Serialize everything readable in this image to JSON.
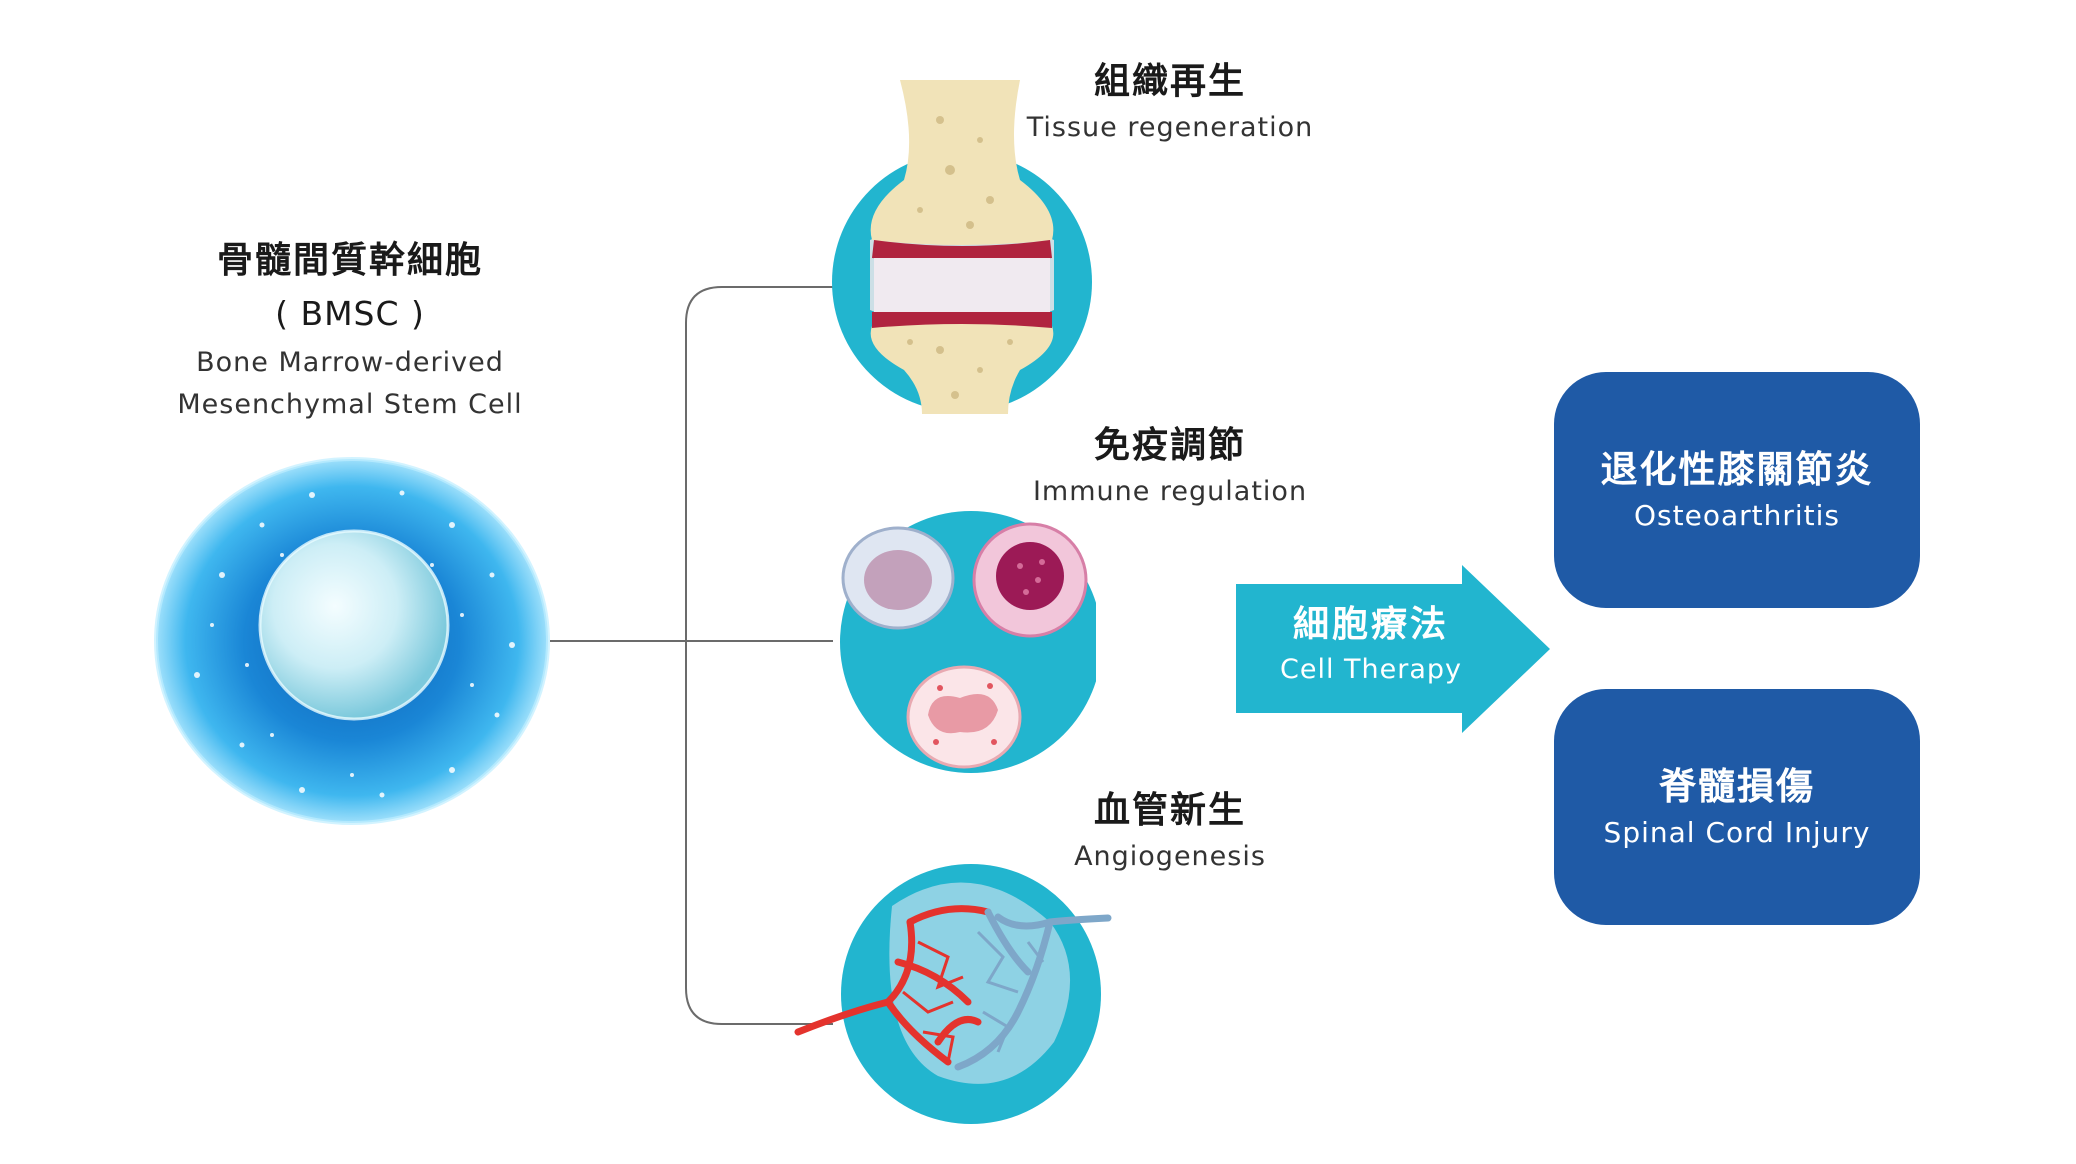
{
  "bmsc": {
    "name_zh": "骨髓間質幹細胞",
    "abbr": "( BMSC )",
    "name_en_line1": "Bone Marrow-derived",
    "name_en_line2": "Mesenchymal Stem Cell"
  },
  "functions": [
    {
      "zh": "組織再生",
      "en": "Tissue regeneration",
      "icon": "joint-icon"
    },
    {
      "zh": "免疫調節",
      "en": "Immune regulation",
      "icon": "immune-cells-icon"
    },
    {
      "zh": "血管新生",
      "en": "Angiogenesis",
      "icon": "blood-vessels-icon"
    }
  ],
  "therapy": {
    "zh": "細胞療法",
    "en": "Cell Therapy"
  },
  "diseases": [
    {
      "zh": "退化性膝關節炎",
      "en": "Osteoarthritis"
    },
    {
      "zh": "脊髓損傷",
      "en": "Spinal Cord Injury"
    }
  ],
  "colors": {
    "teal": "#22b5cf",
    "navy_box": "#1f5aa6",
    "connector": "#6b6b6b",
    "bone": "#f1e3b8",
    "blood_red": "#e4332d",
    "vein_blue": "#7ea7c9"
  }
}
